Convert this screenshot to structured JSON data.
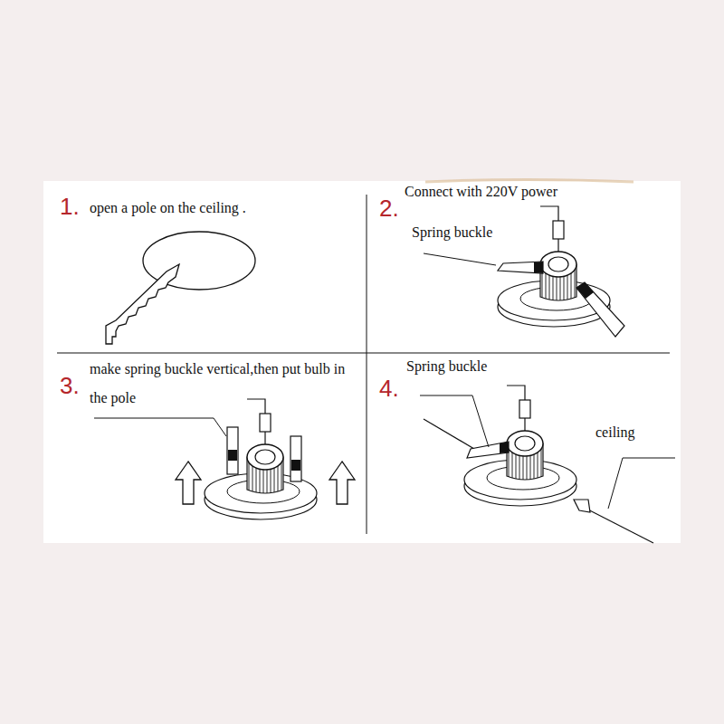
{
  "diagram": {
    "labels": [
      "1.",
      "open a pole on the ceiling .",
      "2.",
      "Connect with 220V power",
      "Spring buckle",
      "3.",
      "make spring buckle vertical,then put bulb in the pole",
      "4.",
      "Spring buckle",
      "ceiling"
    ]
  }
}
